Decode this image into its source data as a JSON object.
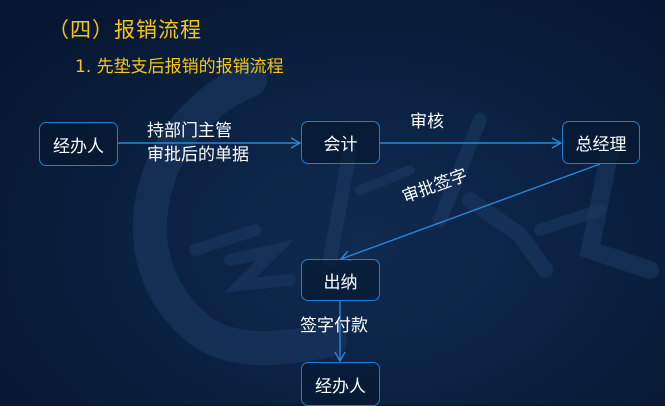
{
  "slide": {
    "title": "（四）报销流程",
    "subtitle": "1. 先垫支后报销的报销流程",
    "colors": {
      "title": "#f5c518",
      "node_border": "#1f7fd0",
      "edge": "#2a86d6",
      "text": "#ffffff",
      "background": "#0b2244"
    }
  },
  "diagram": {
    "nodes": [
      {
        "id": "n1",
        "label": "经办人"
      },
      {
        "id": "n2",
        "label": "会计"
      },
      {
        "id": "n3",
        "label": "总经理"
      },
      {
        "id": "n4",
        "label": "出纳"
      },
      {
        "id": "n5",
        "label": "经办人"
      }
    ],
    "edges": [
      {
        "from": "n1",
        "to": "n2",
        "label_line1": "持部门主管",
        "label_line2": "审批后的单据"
      },
      {
        "from": "n2",
        "to": "n3",
        "label": "审核"
      },
      {
        "from": "n3",
        "to": "n4",
        "label": "审批签字"
      },
      {
        "from": "n4",
        "to": "n5",
        "label": "签字付款"
      }
    ]
  }
}
